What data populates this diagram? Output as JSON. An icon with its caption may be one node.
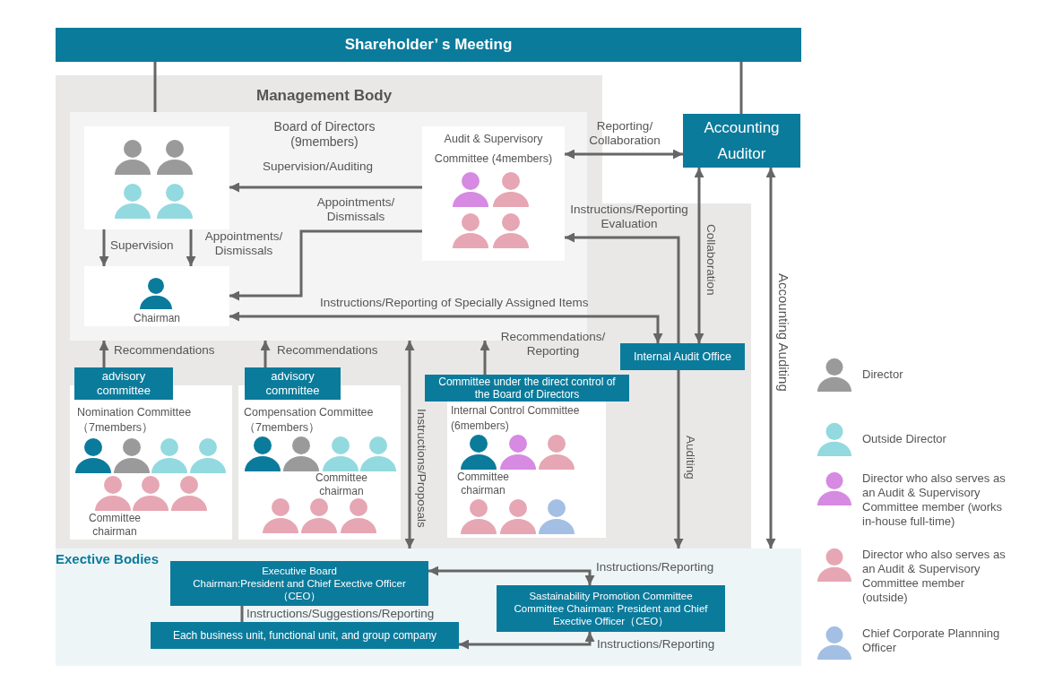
{
  "diagram": {
    "nodes": [
      {
        "text": [
          "Shareholder’ s Meeting"
        ]
      },
      {
        "text": [
          "Management Body"
        ]
      },
      {
        "text": [
          "Board of Directors (9members)"
        ],
        "in": 1
      },
      {
        "text": [],
        "shape": "box",
        "in": 2
      },
      {
        "text": [
          "Chairman"
        ],
        "in": 2
      },
      {
        "text": [
          "Audit & Supervisory Committee (4members)"
        ],
        "in": 2
      },
      {
        "text": [
          "Accounting Auditor"
        ]
      },
      {
        "text": [
          "Internal Audit Office"
        ],
        "in": 1
      },
      {
        "text": [
          "advisory committee"
        ],
        "in": 1
      },
      {
        "text": [
          "Nomination Committee（7members）",
          "Committee chairman"
        ],
        "in": 1
      },
      {
        "text": [
          "advisory committee"
        ],
        "in": 1
      },
      {
        "text": [
          "Compensation Committee（7members）",
          "Committee chairman"
        ],
        "in": 1
      },
      {
        "text": [
          "Committee under the direct control of the Board of Directors"
        ],
        "in": 1
      },
      {
        "text": [
          "Internal Control Committee (6members)",
          "Committee chairman"
        ],
        "in": 1
      },
      {
        "text": [
          "Exective Bodies"
        ]
      },
      {
        "text": [
          "Executive Board",
          "Chairman:President and Chief Exective Officer（CEO）"
        ],
        "in": 14
      },
      {
        "text": [
          "Each business unit, functional unit, and group company"
        ],
        "in": 14
      },
      {
        "text": [
          "Sastainability Promotion Committee",
          "Committee Chairman: President and Chief Exective Officer（CEO）"
        ],
        "in": 14
      }
    ],
    "edges": [
      {
        "from": 0,
        "to": 2,
        "arrow": "none"
      },
      {
        "from": 0,
        "to": 6,
        "arrow": "none"
      },
      {
        "from": 5,
        "to": 3,
        "arrow": "to",
        "label": "Supervision/Auditing"
      },
      {
        "from": 5,
        "to": 4,
        "arrow": "to",
        "label": "Appointments/ Dismissals"
      },
      {
        "from": 3,
        "to": 4,
        "arrow": "to",
        "label": "Supervision"
      },
      {
        "from": 3,
        "to": 4,
        "arrow": "to",
        "label": "Appointments/ Dismissals"
      },
      {
        "from": 5,
        "to": 6,
        "arrow": "both",
        "label": "Reporting/ Collaboration"
      },
      {
        "from": 7,
        "to": 5,
        "arrow": "to",
        "label": "Instructions/Reporting Evaluation"
      },
      {
        "from": 7,
        "to": 4,
        "arrow": "both",
        "label": "Instructions/Reporting of Specially Assigned Items"
      },
      {
        "from": 7,
        "to": 6,
        "arrow": "both",
        "label": "Collaboration"
      },
      {
        "from": 8,
        "to": 2,
        "arrow": "to",
        "label": "Recommendations"
      },
      {
        "from": 10,
        "to": 2,
        "arrow": "to",
        "label": "Recommendations"
      },
      {
        "from": 12,
        "to": 2,
        "arrow": "to",
        "label": "Recommendations/ Reporting"
      },
      {
        "from": 2,
        "to": 14,
        "arrow": "both",
        "label": "Instructions/Proposals"
      },
      {
        "from": 7,
        "to": 14,
        "arrow": "to",
        "label": "Auditing"
      },
      {
        "from": 14,
        "to": 6,
        "arrow": "both",
        "label": "Accounting Auditing"
      },
      {
        "from": 15,
        "to": 17,
        "arrow": "both",
        "label": "Instructions/Reporting"
      },
      {
        "from": 16,
        "to": 17,
        "arrow": "both",
        "label": "Instructions/Reporting"
      },
      {
        "from": 15,
        "to": 16,
        "arrow": "none",
        "label": "Instructions/Suggestions/Reporting"
      }
    ],
    "legend": [
      {
        "text": "Director",
        "color": "#9a9a9a"
      },
      {
        "text": "Outside Director",
        "color": "#93d9e0"
      },
      {
        "text": "Director who also serves as an Audit & Supervisory Committee member (works in-house full-time)",
        "color": "#d68ae2"
      },
      {
        "text": "Director who also serves as an Audit & Supervisory Committee member (outside)",
        "color": "#e6a6b3"
      },
      {
        "text": "Chief Corporate Plannning Officer",
        "color": "#a3bfe3"
      }
    ]
  }
}
